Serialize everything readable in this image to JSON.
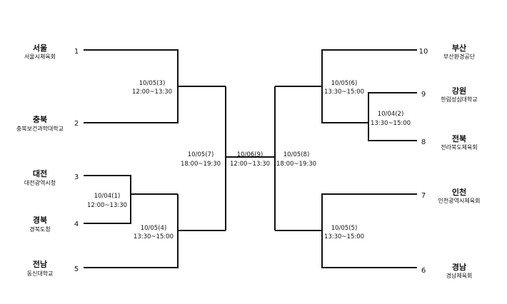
{
  "teams": [
    {
      "seed": "1",
      "region": "서울",
      "org": "서울시체육회"
    },
    {
      "seed": "2",
      "region": "충북",
      "org": "충북보건과학대학교"
    },
    {
      "seed": "3",
      "region": "대전",
      "org": "대전광역시청"
    },
    {
      "seed": "4",
      "region": "경북",
      "org": "경북도청"
    },
    {
      "seed": "5",
      "region": "전남",
      "org": "동신대학교"
    },
    {
      "seed": "10",
      "region": "부산",
      "org": "부산환경공단"
    },
    {
      "seed": "9",
      "region": "강원",
      "org": "한림성심대학교"
    },
    {
      "seed": "8",
      "region": "전북",
      "org": "전라북도체육회"
    },
    {
      "seed": "7",
      "region": "인천",
      "org": "인천광역시체육회"
    },
    {
      "seed": "6",
      "region": "경남",
      "org": "경남체육회"
    }
  ],
  "matches": [
    {
      "id": "m1",
      "date": "10/04(1)",
      "time": "12:00~13:30"
    },
    {
      "id": "m2",
      "date": "10/04(2)",
      "time": "13:30~15:00"
    },
    {
      "id": "m3",
      "date": "10/05(3)",
      "time": "12:00~13:30"
    },
    {
      "id": "m4",
      "date": "10/05(4)",
      "time": "13:30~15:00"
    },
    {
      "id": "m5",
      "date": "10/05(5)",
      "time": "13:30~15:00"
    },
    {
      "id": "m6",
      "date": "10/05(6)",
      "time": "13:30~15:00"
    },
    {
      "id": "m7",
      "date": "10/05(7)",
      "time": "18:00~19:30"
    },
    {
      "id": "m8",
      "date": "10/05(8)",
      "time": "18:00~19:30"
    },
    {
      "id": "m9",
      "date": "10/06(9)",
      "time": "12:00~13:30"
    }
  ]
}
